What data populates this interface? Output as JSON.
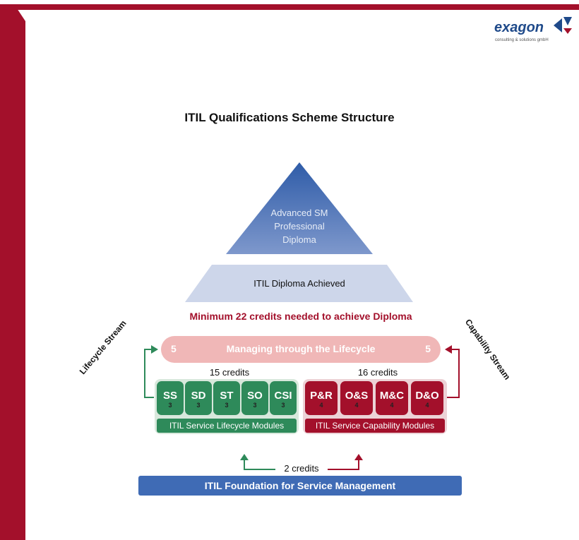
{
  "logo": {
    "brand": "exagon",
    "tagline": "consulting & solutions gmbH"
  },
  "title": "ITIL Qualifications Scheme Structure",
  "pyramid": {
    "top": [
      "Advanced SM",
      "Professional",
      "Diploma"
    ],
    "middle": "ITIL Diploma Achieved"
  },
  "requirement": "Minimum 22 credits needed to achieve Diploma",
  "streams": {
    "lifecycle": "Lifecycle Stream",
    "capability": "Capability Stream"
  },
  "managing": {
    "label": "Managing through the Lifecycle",
    "left_credit": "5",
    "right_credit": "5"
  },
  "lifecycle": {
    "credits": "15 credits",
    "modules": [
      {
        "code": "SS",
        "credit": "3"
      },
      {
        "code": "SD",
        "credit": "3"
      },
      {
        "code": "ST",
        "credit": "3"
      },
      {
        "code": "SO",
        "credit": "3"
      },
      {
        "code": "CSI",
        "credit": "3"
      }
    ],
    "label": "ITIL Service Lifecycle Modules"
  },
  "capability": {
    "credits": "16 credits",
    "modules": [
      {
        "code": "P&R",
        "credit": "4"
      },
      {
        "code": "O&S",
        "credit": "4"
      },
      {
        "code": "M&C",
        "credit": "4"
      },
      {
        "code": "D&O",
        "credit": "4"
      }
    ],
    "label": "ITIL Service Capability Modules"
  },
  "foundation": {
    "credits": "2 credits",
    "label": "ITIL Foundation for Service Management"
  },
  "colors": {
    "brand_red": "#a3102b",
    "green": "#2e8a5a",
    "blue": "#3f6bb5",
    "pyramid_top": "#4a6fb5",
    "pyramid_middle": "#cdd6ea",
    "managing_bar": "#f0b7b7"
  },
  "icons": {
    "logo": "exagon-logo-icon"
  }
}
